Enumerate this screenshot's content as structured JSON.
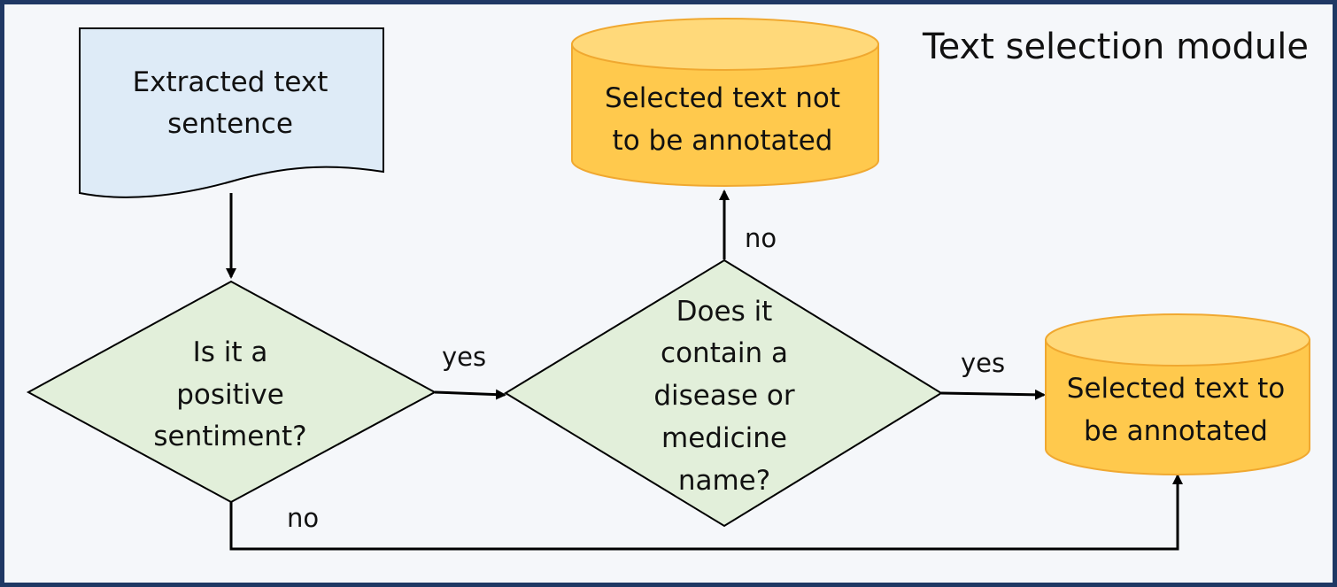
{
  "title": "Text selection module",
  "nodes": {
    "extracted": {
      "line1": "Extracted text",
      "line2": "sentence"
    },
    "positive": {
      "line1": "Is it a",
      "line2": "positive",
      "line3": "sentiment?"
    },
    "contains": {
      "line1": "Does it",
      "line2": "contain a",
      "line3": "disease or",
      "line4": "medicine",
      "line5": "name?"
    },
    "not_annotated": {
      "line1": "Selected text not",
      "line2": "to be annotated"
    },
    "annotated": {
      "line1": "Selected text to",
      "line2": "be annotated"
    }
  },
  "edges": {
    "positive_yes": "yes",
    "contains_yes": "yes",
    "contains_no": "no",
    "positive_no": "no"
  },
  "colors": {
    "border": "#1f3864",
    "background": "#f5f7fa",
    "document_fill": "#deebf7",
    "decision_fill": "#e2efda",
    "database_fill": "#ffc94d",
    "database_top": "#ffd97a",
    "database_stroke": "#f0a830"
  }
}
